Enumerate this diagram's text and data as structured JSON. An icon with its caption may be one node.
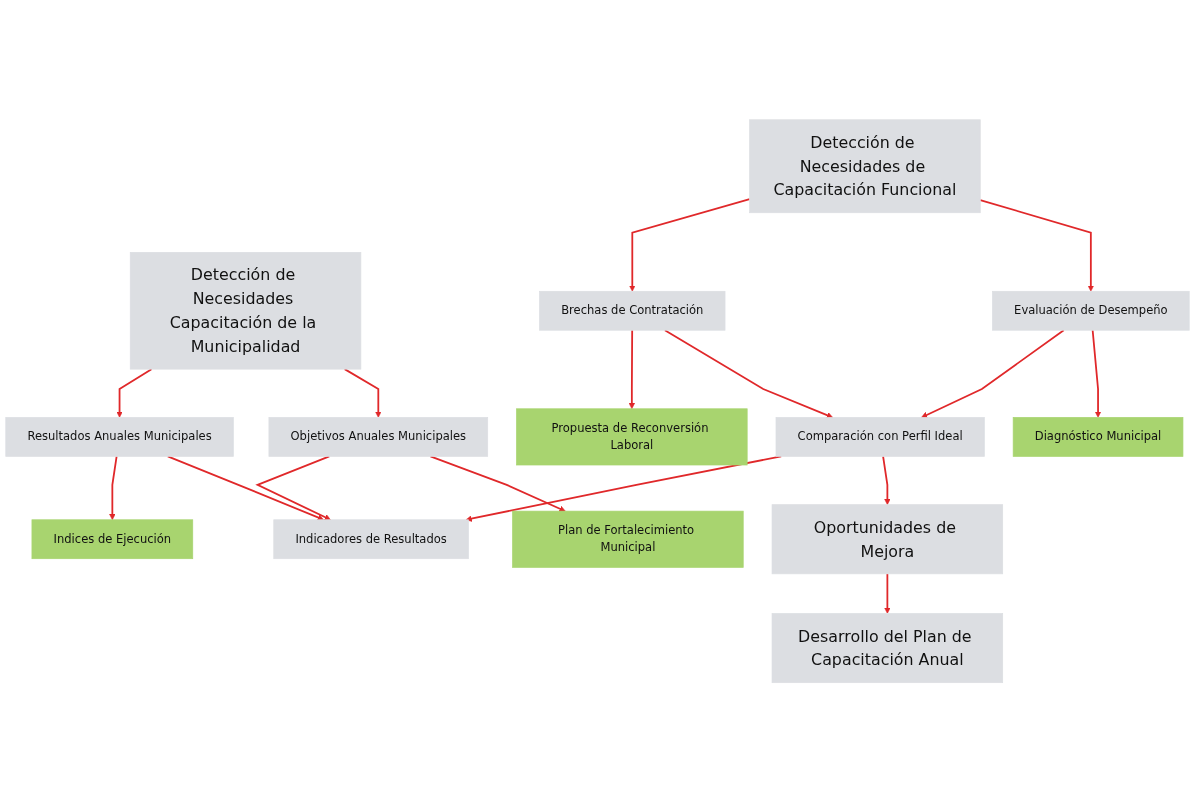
{
  "diagram": {
    "nodes": [
      {
        "text": [
          "Detección de Necesidades de Capacitación Funcional"
        ]
      },
      {
        "text": [
          "Detección de Necesidades Capacitación de la Municipalidad"
        ]
      },
      {
        "text": [
          "Diagnóstico Municipal"
        ]
      },
      {
        "text": [
          "Plan de Fortalecimiento Municipal"
        ]
      },
      {
        "text": [
          "Evaluación de Desempeño"
        ]
      },
      {
        "text": [
          "Objetivos Anuales Municipales"
        ]
      },
      {
        "text": [
          "Comparación con Perfil Ideal"
        ]
      },
      {
        "text": [
          "Indicadores de Resultados"
        ]
      },
      {
        "text": [
          "Brechas de Contratación"
        ]
      },
      {
        "text": [
          "Resultados Anuales Municipales"
        ]
      },
      {
        "text": [
          "Oportunidades de Mejora"
        ]
      },
      {
        "text": [
          "Propuesta de Reconversión Laboral"
        ]
      },
      {
        "text": [
          "Indices de Ejecución"
        ]
      },
      {
        "text": [
          "Desarrollo del Plan de Capacitación Anual"
        ]
      }
    ],
    "edges": [
      {
        "from": 0,
        "to": 4,
        "arrow": "to"
      },
      {
        "from": 0,
        "to": 8,
        "arrow": "to"
      },
      {
        "from": 4,
        "to": 2,
        "arrow": "to"
      },
      {
        "from": 1,
        "to": 5,
        "arrow": "to"
      },
      {
        "from": 1,
        "to": 9,
        "arrow": "to"
      },
      {
        "from": 5,
        "to": 3,
        "arrow": "to"
      },
      {
        "from": 4,
        "to": 6,
        "arrow": "to"
      },
      {
        "from": 8,
        "to": 6,
        "arrow": "to"
      },
      {
        "from": 5,
        "to": 7,
        "arrow": "to"
      },
      {
        "from": 9,
        "to": 7,
        "arrow": "to"
      },
      {
        "from": 6,
        "to": 10,
        "arrow": "to"
      },
      {
        "from": 6,
        "to": 7,
        "arrow": "to"
      },
      {
        "from": 8,
        "to": 11,
        "arrow": "to"
      },
      {
        "from": 9,
        "to": 12,
        "arrow": "to"
      },
      {
        "from": 10,
        "to": 13,
        "arrow": "to"
      }
    ]
  }
}
